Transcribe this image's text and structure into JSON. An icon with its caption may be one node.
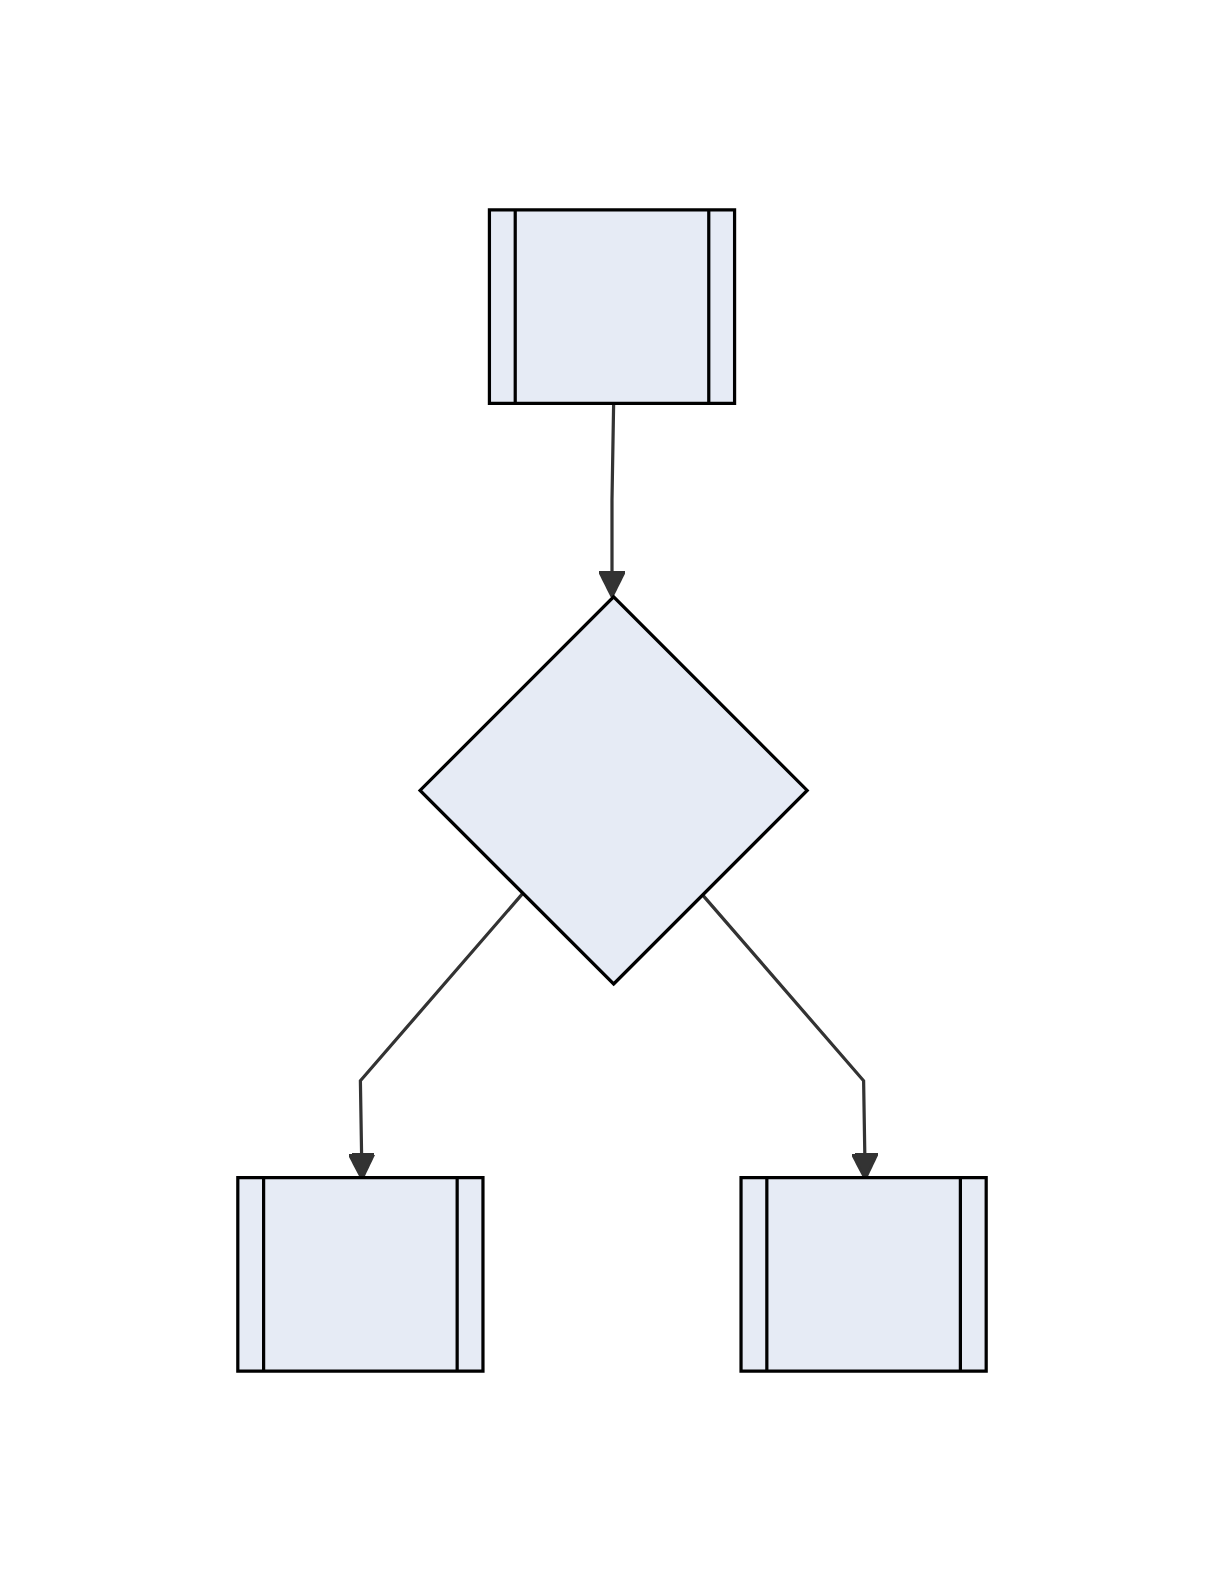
{
  "diagram": {
    "nodes": [
      {
        "text": [],
        "shape": "box"
      },
      {
        "text": [],
        "shape": "diamond"
      },
      {
        "text": [],
        "shape": "box"
      },
      {
        "text": [],
        "shape": "box"
      }
    ],
    "edges": [
      {
        "from": 0,
        "to": 1,
        "arrow": "to"
      },
      {
        "from": 1,
        "to": 2,
        "arrow": "to"
      },
      {
        "from": 1,
        "to": 3,
        "arrow": "to"
      }
    ]
  }
}
